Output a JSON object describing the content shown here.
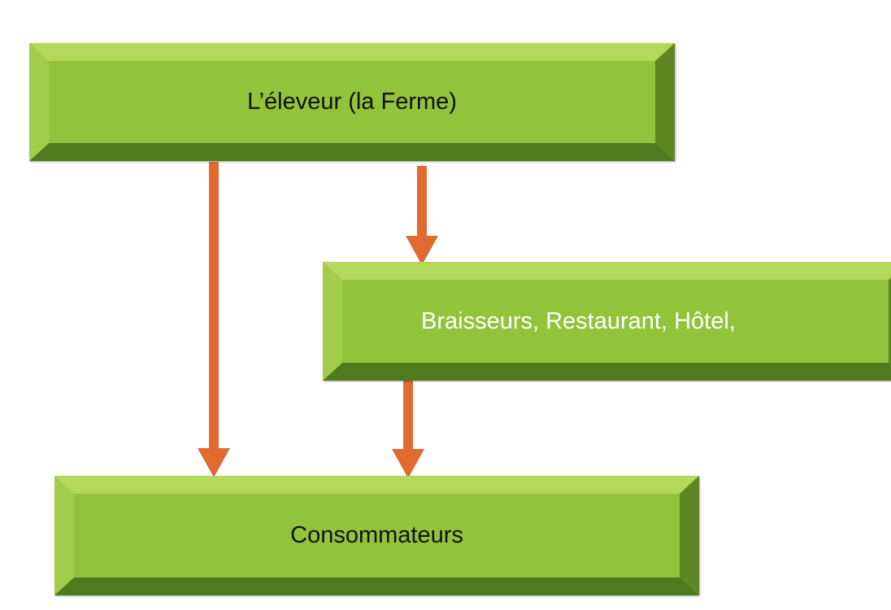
{
  "diagram": {
    "nodes": [
      {
        "id": "farm",
        "label": "L’éleveur (la Ferme)"
      },
      {
        "id": "hotel",
        "label": "Braisseurs, Restaurant, Hôtel,"
      },
      {
        "id": "consumers",
        "label": "Consommateurs"
      }
    ],
    "edges": [
      {
        "from": "farm",
        "to": "consumers"
      },
      {
        "from": "farm",
        "to": "hotel"
      },
      {
        "from": "hotel",
        "to": "consumers"
      }
    ],
    "colors": {
      "box_fill": "#91c33b",
      "box_top": "#b4d85c",
      "box_side_dark": "#5e8723",
      "box_bottom": "#4f7a1e",
      "arrow": "#e06a30"
    }
  }
}
